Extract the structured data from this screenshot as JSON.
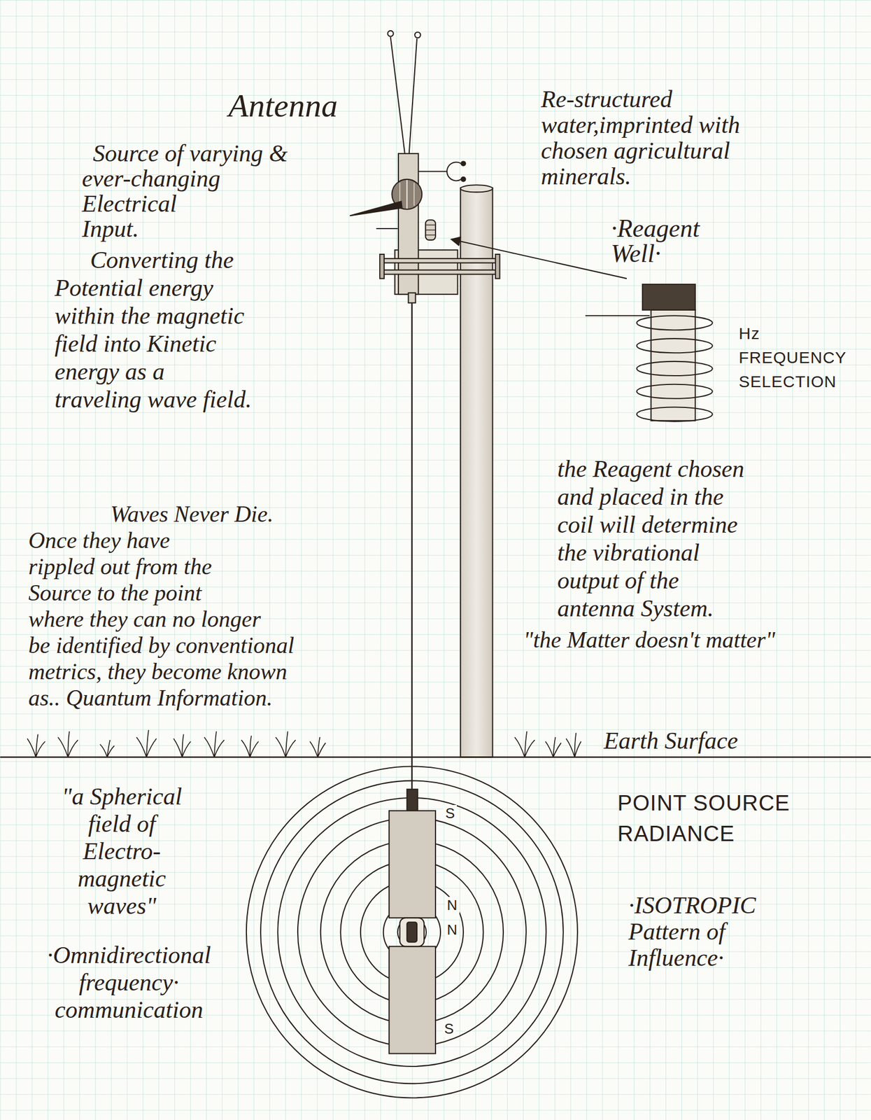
{
  "diagram": {
    "labels": [
      "Antenna",
      "Re-structured water,imprinted with chosen agricultural minerals.",
      "Source of varying & ever-changing Electrical Input.",
      "Converting the Potential energy within the magnetic field into Kinetic energy as a traveling wave field.",
      "·Reagent Well·",
      "Hz FREQUENCY SELECTION",
      "the Reagent chosen and placed in the coil will determine the vibrational output of the antenna System.",
      "\"the Matter doesn't matter\"",
      "Waves Never Die. Once they have rippled out from the Source to the point where they can no longer be identified by conventional metrics, they become known as.. Quantum Information.",
      "Earth Surface",
      "S",
      "N",
      "N",
      "S",
      "\"a Spherical field of Electro-magnetic waves\"",
      "·Omnidirectional frequency· communication",
      "POINT SOURCE RADIANCE",
      "·ISOTROPIC Pattern of Influence·"
    ]
  }
}
